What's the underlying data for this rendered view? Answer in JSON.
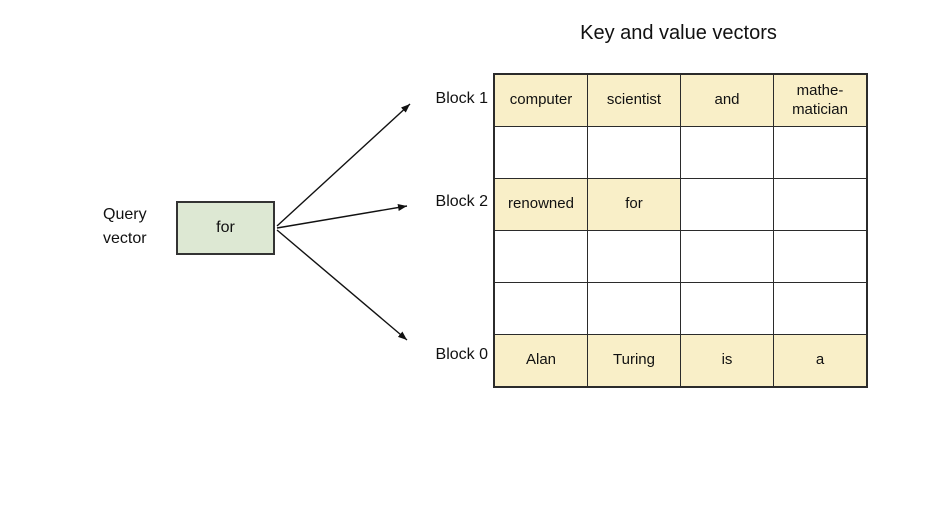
{
  "title": "Key and value vectors",
  "query": {
    "label": "Query\nvector",
    "value": "for"
  },
  "blocks": [
    {
      "label": "Block 1"
    },
    {
      "label": "Block 2"
    },
    {
      "label": "Block 0"
    }
  ],
  "table": {
    "rows": [
      {
        "block": "Block 1",
        "cells": [
          {
            "text": "computer",
            "filled": true
          },
          {
            "text": "scientist",
            "filled": true
          },
          {
            "text": "and",
            "filled": true
          },
          {
            "text": "mathe-\nmatician",
            "filled": true
          }
        ]
      },
      {
        "block": "",
        "cells": [
          {
            "text": "",
            "filled": false
          },
          {
            "text": "",
            "filled": false
          },
          {
            "text": "",
            "filled": false
          },
          {
            "text": "",
            "filled": false
          }
        ]
      },
      {
        "block": "Block 2",
        "cells": [
          {
            "text": "renowned",
            "filled": true
          },
          {
            "text": "for",
            "filled": true
          },
          {
            "text": "",
            "filled": false
          },
          {
            "text": "",
            "filled": false
          }
        ]
      },
      {
        "block": "",
        "cells": [
          {
            "text": "",
            "filled": false
          },
          {
            "text": "",
            "filled": false
          },
          {
            "text": "",
            "filled": false
          },
          {
            "text": "",
            "filled": false
          }
        ]
      },
      {
        "block": "",
        "cells": [
          {
            "text": "",
            "filled": false
          },
          {
            "text": "",
            "filled": false
          },
          {
            "text": "",
            "filled": false
          },
          {
            "text": "",
            "filled": false
          }
        ]
      },
      {
        "block": "Block 0",
        "cells": [
          {
            "text": "Alan",
            "filled": true
          },
          {
            "text": "Turing",
            "filled": true
          },
          {
            "text": "is",
            "filled": true
          },
          {
            "text": "a",
            "filled": true
          }
        ]
      }
    ]
  },
  "colors": {
    "cell_highlight": "#f9efc8",
    "query_box_fill": "#dde8d3",
    "line_color": "#111111"
  }
}
